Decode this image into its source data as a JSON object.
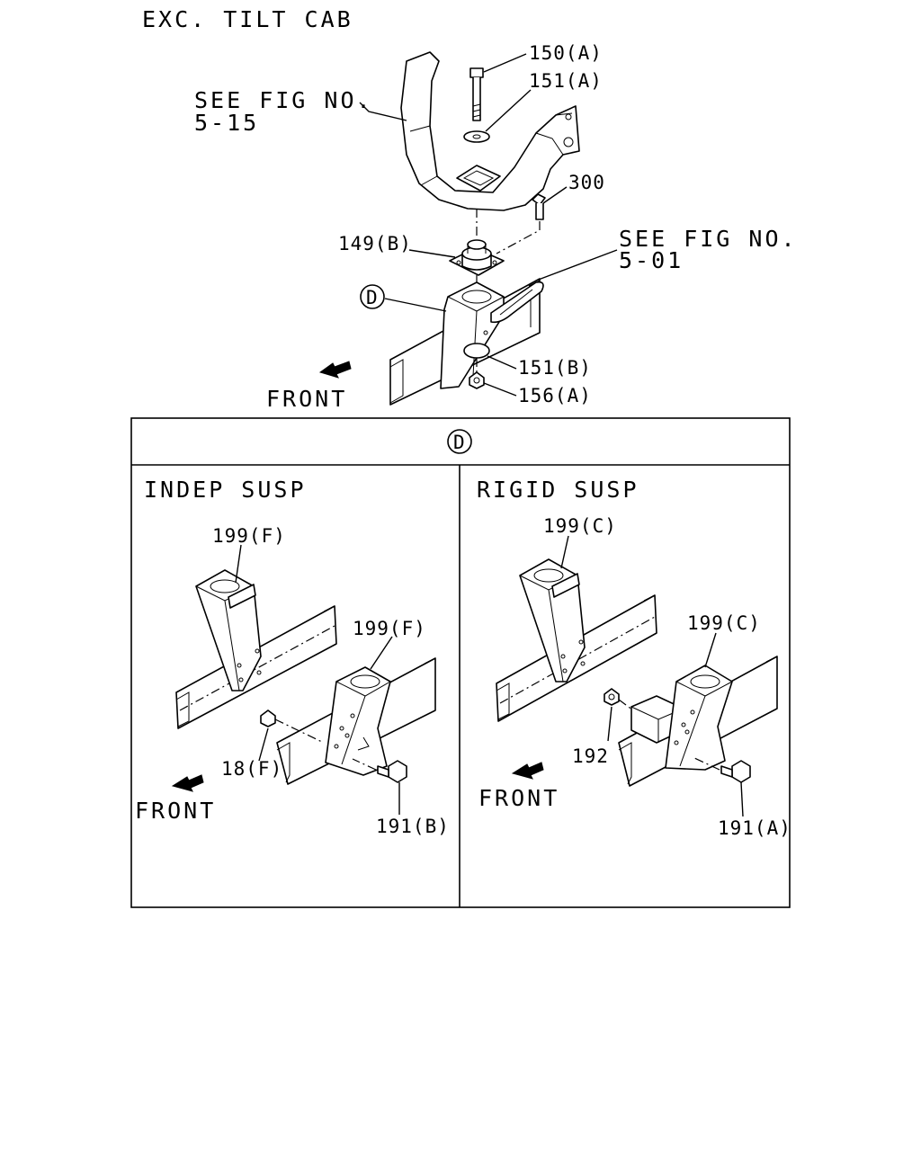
{
  "header": {
    "title": "EXC. TILT CAB"
  },
  "callouts": {
    "see_fig_515_line1": "SEE FIG NO.",
    "see_fig_515_line2": "5-15",
    "see_fig_501_line1": "SEE FIG NO.",
    "see_fig_501_line2": "5-01",
    "p150a": "150(A)",
    "p151a": "151(A)",
    "p300": "300",
    "p149b": "149(B)",
    "pD": "D",
    "p151b": "151(B)",
    "p156a": "156(A)",
    "front_top": "FRONT"
  },
  "detail": {
    "marker": "D",
    "left": {
      "title": "INDEP SUSP",
      "p199f_a": "199(F)",
      "p199f_b": "199(F)",
      "p18f": "18(F)",
      "p191b": "191(B)",
      "front": "FRONT"
    },
    "right": {
      "title": "RIGID SUSP",
      "p199c_a": "199(C)",
      "p199c_b": "199(C)",
      "p192": "192",
      "p191a": "191(A)",
      "front": "FRONT"
    }
  }
}
